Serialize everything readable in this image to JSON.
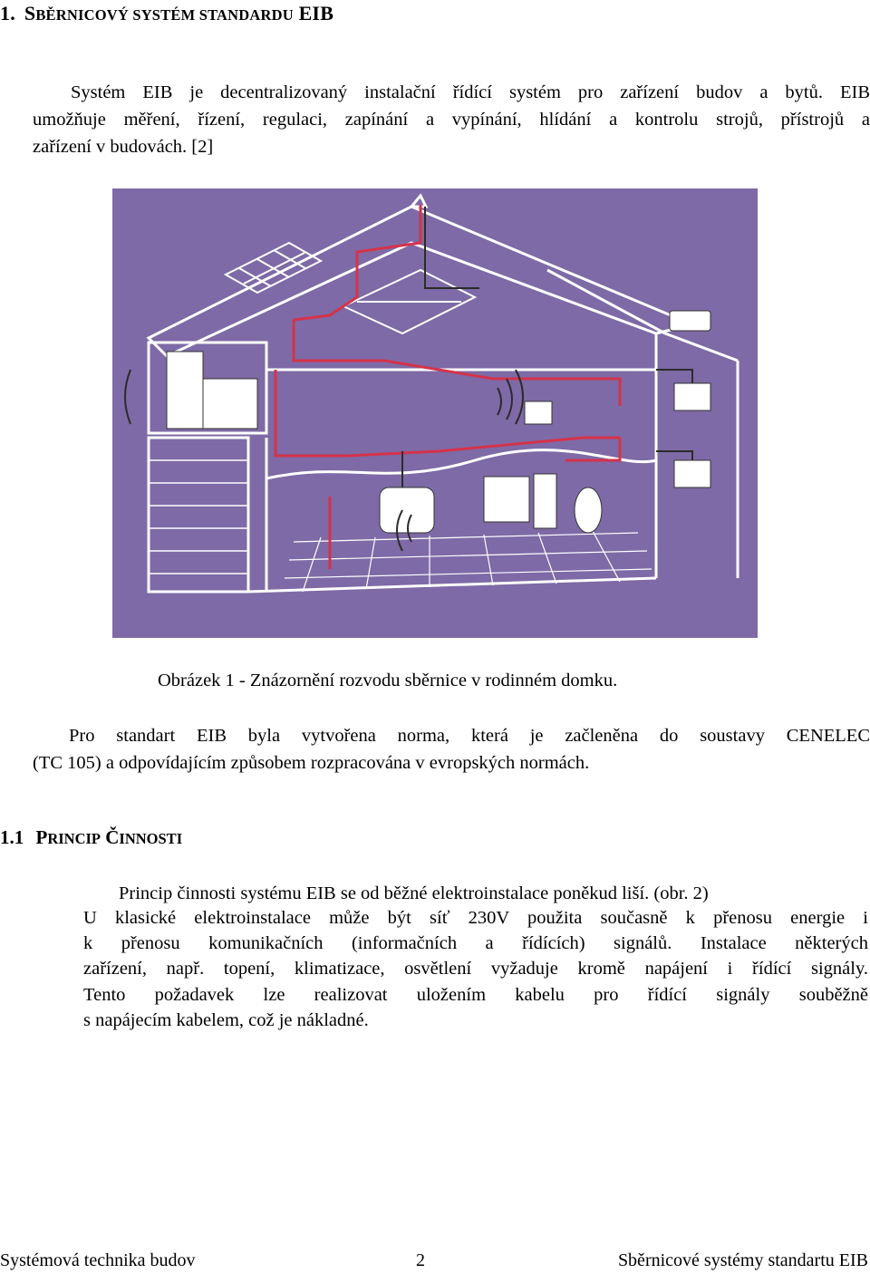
{
  "heading1": {
    "number": "1.",
    "first_letter": "S",
    "rest": "BĚRNICOVÝ SYSTÉM STANDARDU",
    "tail": "EIB"
  },
  "intro": {
    "line1": "Systém EIB je decentralizovaný instalační řídící systém pro zařízení budov a bytů. EIB",
    "line2": "umožňuje měření, řízení, regulaci, zapínání a vypínání, hlídání a kontrolu strojů, přístrojů a",
    "line3": "zařízení v budovách. [2]"
  },
  "figure": {
    "caption": "Obrázek 1 - Znázornění rozvodu sběrnice v rodinném domku.",
    "colors": {
      "background": "#7e6aa6",
      "lines": "#ffffff",
      "bus": "#d4334a",
      "cable": "#2b2b2b"
    }
  },
  "standard": {
    "line1": "Pro standart EIB byla vytvořena norma, která je začleněna do soustavy CENELEC",
    "line2": "(TC 105) a odpovídajícím způsobem rozpracována v evropských normách."
  },
  "heading2": {
    "number": "1.1",
    "first_letter_p": "P",
    "rest_p": "RINCIP",
    "first_letter_c": "Č",
    "rest_c": "INNOSTI"
  },
  "principle": {
    "line1": "Princip činnosti systému EIB se od běžné elektroinstalace poněkud liší. (obr. 2)",
    "line2": "U klasické elektroinstalace může být síť 230V použita současně k přenosu energie i",
    "line3": "k přenosu komunikačních (informačních a řídících) signálů. Instalace některých",
    "line4": "zařízení, např. topení, klimatizace, osvětlení vyžaduje kromě napájení i řídící signály.",
    "line5": "Tento požadavek lze realizovat uložením kabelu pro řídící signály souběžně",
    "line6": "s napájecím kabelem, což je nákladné."
  },
  "footer": {
    "left": "Systémová technika budov",
    "page": "2",
    "right": "Sběrnicové systémy standartu EIB"
  }
}
